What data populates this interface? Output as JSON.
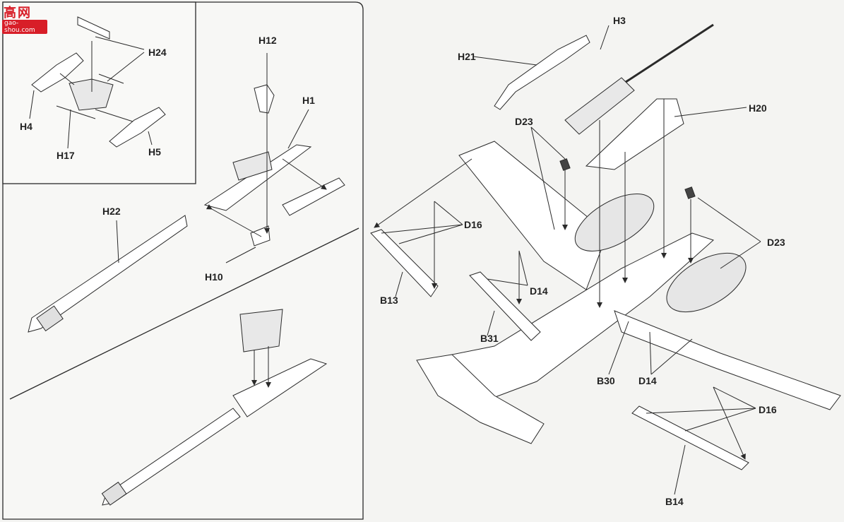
{
  "watermark": {
    "chars": "高网",
    "url": "gao-shou.com"
  },
  "colors": {
    "line": "#2a2a2a",
    "part": "#ffffff",
    "shade": "#cfcfcf",
    "paper": "#f4f4f2"
  },
  "labels": {
    "h24": "H24",
    "h4": "H4",
    "h17": "H17",
    "h5": "H5",
    "h12": "H12",
    "h1": "H1",
    "h22": "H22",
    "h10": "H10",
    "h3": "H3",
    "h21": "H21",
    "h20": "H20",
    "d23a": "D23",
    "d23b": "D23",
    "d16a": "D16",
    "d14a": "D14",
    "b13": "B13",
    "b31": "B31",
    "b30": "B30",
    "d14b": "D14",
    "d16b": "D16",
    "b14": "B14"
  }
}
